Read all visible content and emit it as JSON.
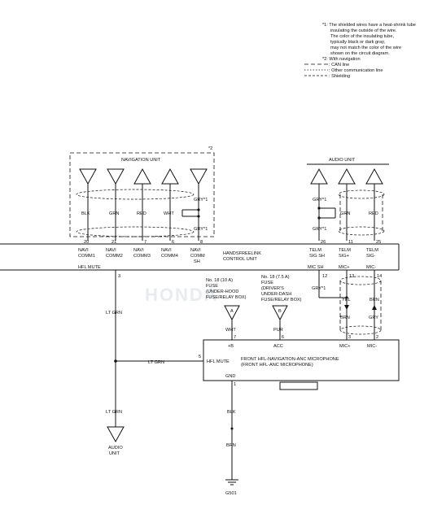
{
  "notes": {
    "n1_lines": [
      "*1: The shielded wires have a heat-shrink tube",
      "insulating the outside of the wire.",
      "The color of the insulating tube,",
      "typically black or dark gray,",
      "may not match the color of the wire",
      "shown on the circuit diagram."
    ],
    "n2": "*2: With navigation",
    "legend_can": ": CAN line",
    "legend_other": ": Other communication line",
    "legend_shield": ": Shielding"
  },
  "navigation_unit": {
    "title": "NAVIGATION UNIT",
    "marker": "*2",
    "wires": [
      "BLK",
      "GRN",
      "RED",
      "WHT"
    ],
    "gry1": "GRY*1",
    "gry2": "GRY*1"
  },
  "audio_unit": {
    "title": "AUDIO UNIT",
    "gry_top": "GRY*1",
    "grn": "GRN",
    "red": "RED",
    "gry_mid": "GRY*1"
  },
  "hfl_unit": {
    "pins": [
      "20",
      "21",
      "7",
      "6",
      "8",
      "26",
      "11",
      "25"
    ],
    "labels": [
      [
        "NAVI",
        "COMM1"
      ],
      [
        "NAVI",
        "COMM2"
      ],
      [
        "NAVI",
        "COMM3"
      ],
      [
        "NAVI",
        "COMM4"
      ],
      [
        "NAVI",
        "COMM",
        "SH"
      ],
      [
        "TELM",
        "SIG SH"
      ],
      [
        "TELM",
        "SIG+"
      ],
      [
        "TELM",
        "SIG-"
      ]
    ],
    "name_lines": [
      "HANDSFREELINK",
      "CONTROL UNIT"
    ],
    "hfl_mute": "HFL MUTE",
    "mic_sh": "MIC SH",
    "mic_plus": "MIC+",
    "mic_minus": "MIC-",
    "pin_hfl": "3",
    "pin_micsh": "12",
    "pin_micp": "13",
    "pin_micm": "14"
  },
  "fuse_a": {
    "lines": [
      "No. 18 (10 A)",
      "FUSE",
      "(UNDER-HOOD",
      "FUSE/RELAY BOX)"
    ],
    "letter": "A",
    "wire": "WHT"
  },
  "fuse_b": {
    "lines": [
      "No. 18 (7.5 A)",
      "FUSE",
      "(DRIVER'S",
      "UNDER-DASH",
      "FUSE/RELAY BOX)"
    ],
    "letter": "B",
    "wire": "PUR"
  },
  "mic_wires": {
    "gry": "GRY*1",
    "yel": "YEL",
    "brn_a": "BRN",
    "brn_b": "BRN",
    "gry_b": "GRY"
  },
  "microphone": {
    "pin_b": "7",
    "pin_acc": "6",
    "pin_micp": "3",
    "pin_micm": "2",
    "pin_mute": "5",
    "pin_gnd": "1",
    "label_b": "+B",
    "label_acc": "ACC",
    "label_micp": "MIC+",
    "label_micm": "MIC-",
    "hfl_mute": "HFL MUTE",
    "gnd": "GND",
    "name_lines": [
      "FRONT HFL-NAVIGATION-ANC MICROPHONE",
      "(FRONT HFL-ANC MICROPHONE)"
    ]
  },
  "wires_left": {
    "lt_grn_1": "LT GRN",
    "lt_grn_2": "LT GRN",
    "lt_grn_3": "LT GRN"
  },
  "ground": {
    "blk": "BLK",
    "brn": "BRN",
    "id": "G501"
  },
  "audio_out": {
    "lines": [
      "AUDIO",
      "UNIT"
    ]
  },
  "watermark": "HONDA"
}
